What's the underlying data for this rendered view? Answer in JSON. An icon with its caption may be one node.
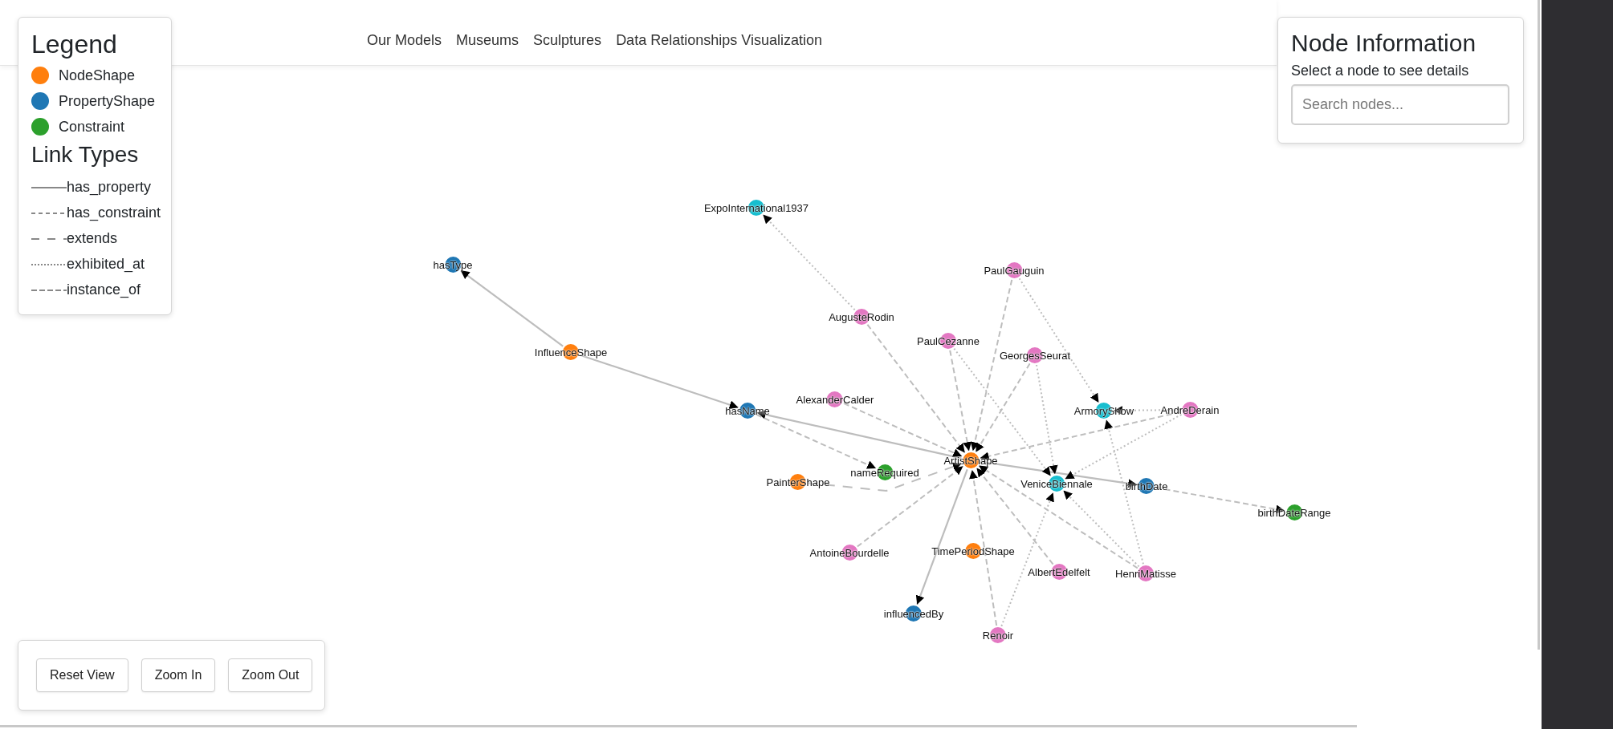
{
  "diagram": {
    "nodes": [
      {
        "text": [
          "ExpoInternational1937"
        ]
      },
      {
        "text": [
          "hasType"
        ]
      },
      {
        "text": [
          "PaulGauguin"
        ]
      },
      {
        "text": [
          "AugusteRodin"
        ]
      },
      {
        "text": [
          "PaulCezanne"
        ]
      },
      {
        "text": [
          "InfluenceShape"
        ]
      },
      {
        "text": [
          "GeorgesSeurat"
        ]
      },
      {
        "text": [
          "AlexanderCalder"
        ]
      },
      {
        "text": [
          "hasName"
        ]
      },
      {
        "text": [
          "ArmoryShow"
        ]
      },
      {
        "text": [
          "AndreDerain"
        ]
      },
      {
        "text": [
          "ArtistShape"
        ]
      },
      {
        "text": [
          "nameRequired"
        ]
      },
      {
        "text": [
          "PainterShape"
        ]
      },
      {
        "text": [
          "VeniceBiennale"
        ]
      },
      {
        "text": [
          "birthDate"
        ]
      },
      {
        "text": [
          "birthDateRange"
        ]
      },
      {
        "text": [
          "AntoineBourdelle"
        ]
      },
      {
        "text": [
          "TimePeriodShape"
        ]
      },
      {
        "text": [
          "AlbertEdelfelt"
        ]
      },
      {
        "text": [
          "HenriMatisse"
        ]
      },
      {
        "text": [
          "influencedBy"
        ]
      },
      {
        "text": [
          "Renoir"
        ]
      }
    ],
    "edges": [
      {
        "from": 5,
        "to": 1,
        "arrow": "to"
      },
      {
        "from": 5,
        "to": 8,
        "arrow": "to"
      },
      {
        "from": 11,
        "to": 8,
        "arrow": "to"
      },
      {
        "from": 11,
        "to": 21,
        "arrow": "to"
      },
      {
        "from": 11,
        "to": 15,
        "arrow": "to"
      },
      {
        "from": 8,
        "to": 12,
        "arrow": "to",
        "style": "dashed"
      },
      {
        "from": 15,
        "to": 16,
        "arrow": "to",
        "style": "dashed"
      },
      {
        "from": 13,
        "to": 11,
        "arrow": "to",
        "style": "dashed"
      },
      {
        "from": 3,
        "to": 11,
        "arrow": "to",
        "style": "dashed"
      },
      {
        "from": 7,
        "to": 11,
        "arrow": "to",
        "style": "dashed"
      },
      {
        "from": 4,
        "to": 11,
        "arrow": "to",
        "style": "dashed"
      },
      {
        "from": 2,
        "to": 11,
        "arrow": "to",
        "style": "dashed"
      },
      {
        "from": 6,
        "to": 11,
        "arrow": "to",
        "style": "dashed"
      },
      {
        "from": 10,
        "to": 11,
        "arrow": "to",
        "style": "dashed"
      },
      {
        "from": 17,
        "to": 11,
        "arrow": "to",
        "style": "dashed"
      },
      {
        "from": 22,
        "to": 11,
        "arrow": "to",
        "style": "dashed"
      },
      {
        "from": 19,
        "to": 11,
        "arrow": "to",
        "style": "dashed"
      },
      {
        "from": 20,
        "to": 11,
        "arrow": "to",
        "style": "dashed"
      },
      {
        "from": 3,
        "to": 0,
        "arrow": "to",
        "style": "dashed"
      },
      {
        "from": 2,
        "to": 9,
        "arrow": "to",
        "style": "dashed"
      },
      {
        "from": 10,
        "to": 9,
        "arrow": "to",
        "style": "dashed"
      },
      {
        "from": 20,
        "to": 9,
        "arrow": "to",
        "style": "dashed"
      },
      {
        "from": 4,
        "to": 14,
        "arrow": "to",
        "style": "dashed"
      },
      {
        "from": 6,
        "to": 14,
        "arrow": "to",
        "style": "dashed"
      },
      {
        "from": 10,
        "to": 14,
        "arrow": "to",
        "style": "dashed"
      },
      {
        "from": 20,
        "to": 14,
        "arrow": "to",
        "style": "dashed"
      },
      {
        "from": 22,
        "to": 14,
        "arrow": "to",
        "style": "dashed"
      }
    ],
    "labels": [
      "Legend",
      "Link Types",
      "Our Models",
      "Museums",
      "Sculptures",
      "Data Relationships Visualization",
      "Node Information",
      "Select a node to see details",
      "Search nodes...",
      "Reset View",
      "Zoom In",
      "Zoom Out"
    ],
    "legend": [
      {
        "text": "NodeShape",
        "color": "#ff7f0e"
      },
      {
        "text": "PropertyShape",
        "color": "#1f77b4"
      },
      {
        "text": "Constraint",
        "color": "#2ca02c"
      },
      {
        "text": "has_property"
      },
      {
        "text": "has_constraint"
      },
      {
        "text": "extends"
      },
      {
        "text": "exhibited_at"
      },
      {
        "text": "instance_of"
      }
    ]
  }
}
